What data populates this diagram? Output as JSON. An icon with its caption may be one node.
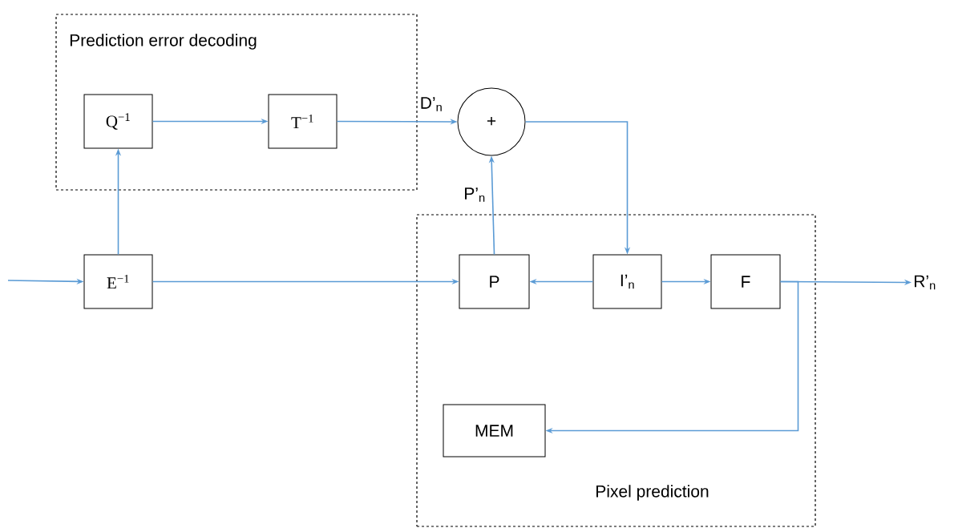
{
  "diagram": {
    "nodes": [
      {
        "text": [
          "Prediction error decoding"
        ]
      },
      {
        "text": [
          "Q$^{−1}$"
        ],
        "in": 0
      },
      {
        "text": [
          "T$^{−1}$"
        ],
        "in": 0
      },
      {
        "text": [
          "+"
        ]
      },
      {
        "text": [
          "Pixel prediction"
        ]
      },
      {
        "text": [
          "E$^{−1}$"
        ]
      },
      {
        "text": [
          "P"
        ],
        "in": 4
      },
      {
        "text": [
          "I’$_{n}$"
        ],
        "in": 4
      },
      {
        "text": [
          "F"
        ],
        "in": 4
      },
      {
        "text": [
          "MEM"
        ],
        "in": 4
      },
      {
        "text": [
          "R’$_{n}$"
        ]
      }
    ],
    "edges": [
      {
        "from": null,
        "to": 5,
        "arrow": "to"
      },
      {
        "from": 5,
        "to": 1,
        "arrow": "to"
      },
      {
        "from": 1,
        "to": 2,
        "arrow": "to"
      },
      {
        "from": 2,
        "to": 3,
        "arrow": "to",
        "label": "D’$_{n}$"
      },
      {
        "from": 6,
        "to": 3,
        "arrow": "to",
        "label": "P’$_{n}$"
      },
      {
        "from": 3,
        "to": 7,
        "arrow": "to"
      },
      {
        "from": 5,
        "to": 6,
        "arrow": "to"
      },
      {
        "from": 7,
        "to": 6,
        "arrow": "to"
      },
      {
        "from": 7,
        "to": 8,
        "arrow": "to"
      },
      {
        "from": 8,
        "to": 10,
        "arrow": "to"
      },
      {
        "from": 8,
        "to": 9,
        "arrow": "to"
      }
    ]
  }
}
